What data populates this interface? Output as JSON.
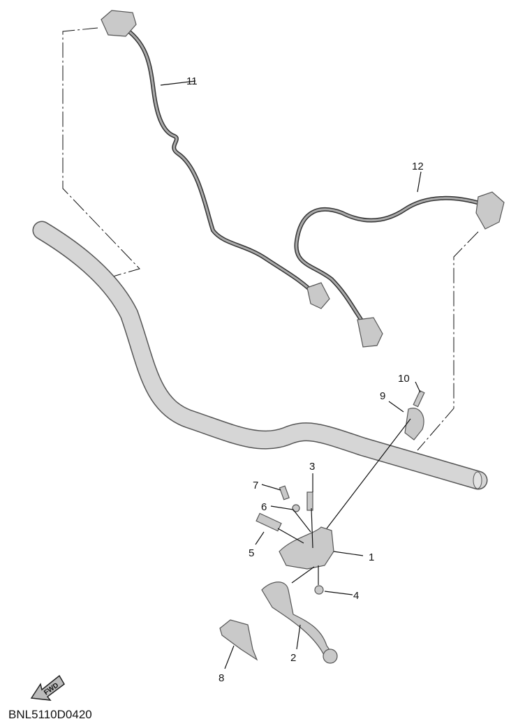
{
  "diagram": {
    "drawing_code": "BNL5110D0420",
    "fwd_label": "FWD",
    "callouts": [
      "1",
      "2",
      "3",
      "4",
      "5",
      "6",
      "7",
      "8",
      "9",
      "10",
      "11",
      "12"
    ]
  }
}
